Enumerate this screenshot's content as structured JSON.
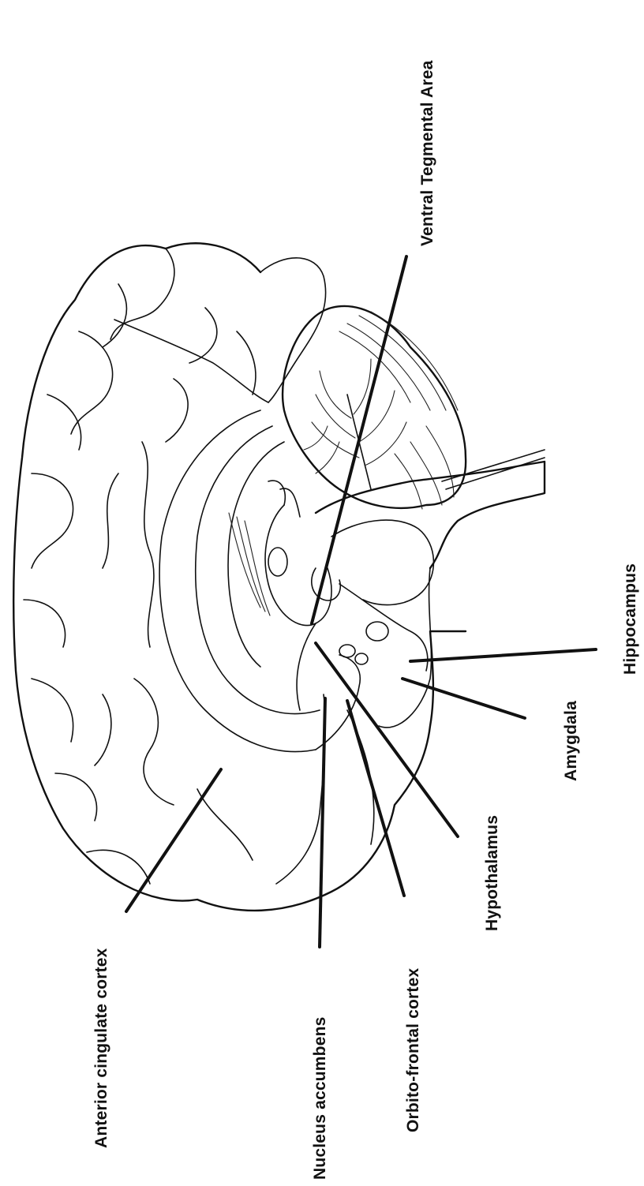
{
  "labels": {
    "vta": "Ventral Tegmental Area",
    "hippocampus": "Hippocampus",
    "amygdala": "Amygdala",
    "hypothalamus": "Hypothalamus",
    "orbitofrontal": "Orbito-frontal cortex",
    "accumbens": "Nucleus accumbens",
    "cingulate": "Anterior cingulate cortex"
  }
}
